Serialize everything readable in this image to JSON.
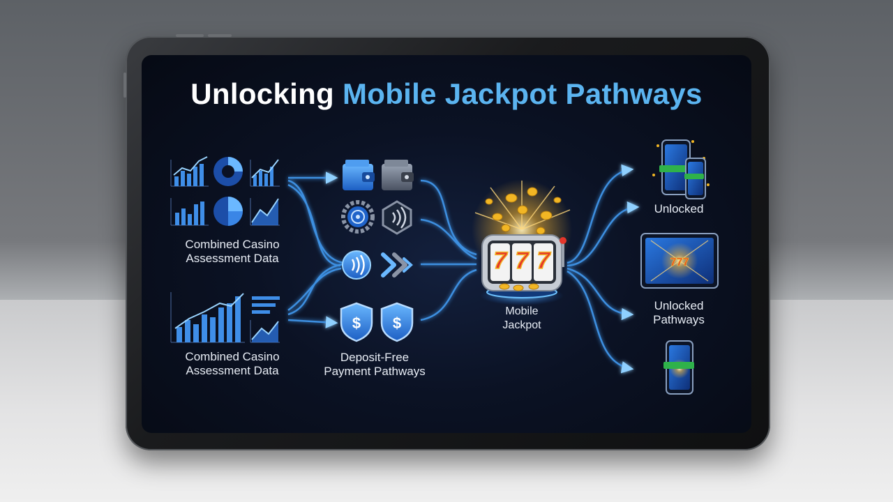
{
  "title": {
    "part1": "Unlocking ",
    "part2": "Mobile Jackpot Pathways"
  },
  "nodes": {
    "data_top": {
      "line1": "Combined Casino",
      "line2": "Assessment Data"
    },
    "data_bottom": {
      "line1": "Combined Casino",
      "line2": "Assessment Data"
    },
    "payment": {
      "line1": "Deposit-Free",
      "line2": "Payment Pathways"
    },
    "jackpot": {
      "line1": "Mobile",
      "line2": "Jackpot",
      "reels": "777"
    },
    "unlocked": {
      "line1": "Unlocked"
    },
    "unlocked_pathways": {
      "line1": "Unlocked",
      "line2": "Pathways"
    },
    "tablet_preview": {
      "reels": "777"
    }
  },
  "icons": [
    "bar-chart-icon",
    "pie-chart-icon",
    "line-chart-icon",
    "wallet-icon",
    "target-gear-icon",
    "contactless-icon",
    "fast-forward-icon",
    "shield-dollar-icon",
    "slot-machine-icon",
    "phone-win-icon",
    "tablet-win-icon"
  ],
  "colors": {
    "accent": "#5bb4f0",
    "flow_line": "#3d8fe0",
    "glow": "#6ec3ff",
    "gold": "#f2b624",
    "reel_red": "#e5362a",
    "win_green": "#2fb24a"
  }
}
